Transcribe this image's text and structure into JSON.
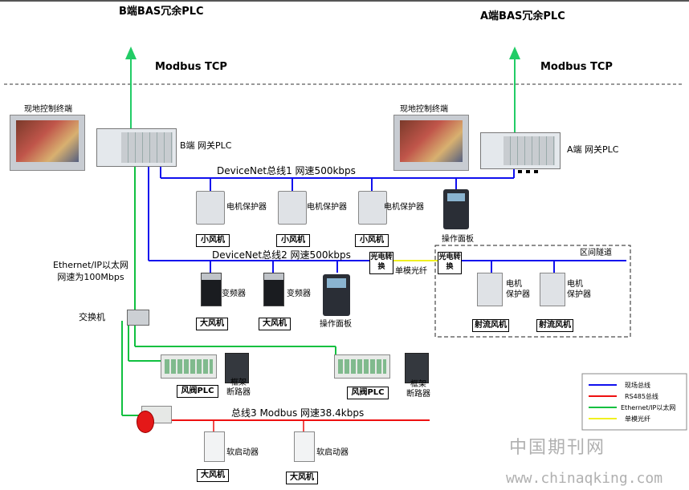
{
  "header": {
    "b_bas": "B端BAS冗余PLC",
    "a_bas": "A端BAS冗余PLC",
    "modbus_left": "Modbus TCP",
    "modbus_right": "Modbus TCP"
  },
  "gateways": {
    "terminal_left": "现地控制终端",
    "terminal_right": "现地控制终端",
    "b_plc": "B端 网关PLC",
    "a_plc": "A端 网关PLC"
  },
  "buses": {
    "devicenet1": "DeviceNet总线1 网速500kbps",
    "devicenet2": "DeviceNet总线2 网速500kbps",
    "bus3": "总线3 Modbus 网速38.4kbps",
    "ethernet": "Ethernet/IP以太网\n网速为100Mbps"
  },
  "devices": {
    "motor_protector": "电机保护器",
    "small_fan": "小风机",
    "operation_panel": "操作面板",
    "optical_converter": "光电转换",
    "single_mode_fiber": "单模光纤",
    "tunnel": "区间隧道",
    "vfd": "变频器",
    "large_fan": "大风机",
    "motor_protector_2line": "电机\n保护器",
    "jet_fan": "射流风机",
    "switch": "交换机",
    "damper_plc": "风阀PLC",
    "breaker": "框架\n断路器",
    "soft_starter": "软启动器"
  },
  "legend": [
    {
      "label": "现场总线",
      "color": "#1010ee"
    },
    {
      "label": "RS485总线",
      "color": "#ee1010"
    },
    {
      "label": "Ethernet/IP以太网",
      "color": "#10c040"
    },
    {
      "label": "单模光纤",
      "color": "#f0f020"
    }
  ],
  "watermark": {
    "cn": "中国期刊网",
    "url": "www.chinaqking.com"
  },
  "colors": {
    "fieldbus": "#1010ee",
    "rs485": "#ee1010",
    "ethernet": "#10c040",
    "fiber": "#f0f020",
    "modbus_arrow": "#22cc66"
  }
}
